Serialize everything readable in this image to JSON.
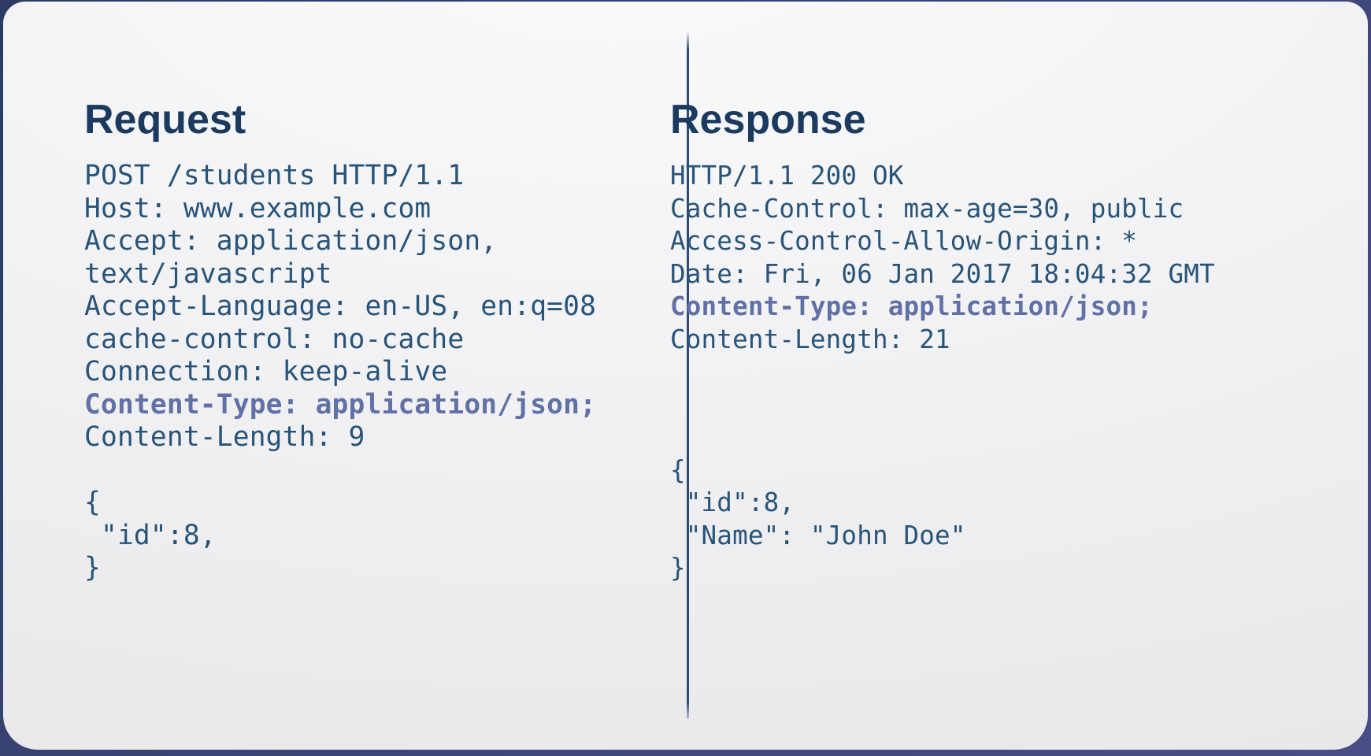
{
  "colors": {
    "bg-outer-top": "#2d3a64",
    "bg-outer-bottom": "#4b4e86",
    "card-light": "#fbfbfc",
    "card-dark": "#e8e8eb",
    "divider": "#2f4d74",
    "heading": "#1a3a5f",
    "code": "#275478",
    "highlight": "#6171a5"
  },
  "panels": [
    {
      "title": "Request",
      "lines": [
        {
          "text": "POST /students HTTP/1.1",
          "highlight": false
        },
        {
          "text": "Host: www.example.com",
          "highlight": false
        },
        {
          "text": "Accept: application/json,",
          "highlight": false
        },
        {
          "text": "text/javascript",
          "highlight": false
        },
        {
          "text": "Accept-Language: en-US, en:q=08",
          "highlight": false
        },
        {
          "text": "cache-control: no-cache",
          "highlight": false
        },
        {
          "text": "Connection: keep-alive",
          "highlight": false
        },
        {
          "text": "Content-Type: application/json;",
          "highlight": true
        },
        {
          "text": "Content-Length: 9",
          "highlight": false
        },
        {
          "text": "",
          "highlight": false
        },
        {
          "text": "{",
          "highlight": false
        },
        {
          "text": " \"id\":8,",
          "highlight": false
        },
        {
          "text": "}",
          "highlight": false
        }
      ]
    },
    {
      "title": "Response",
      "lines": [
        {
          "text": "HTTP/1.1 200 OK",
          "highlight": false
        },
        {
          "text": "Cache-Control: max-age=30, public",
          "highlight": false
        },
        {
          "text": "Access-Control-Allow-Origin: *",
          "highlight": false
        },
        {
          "text": "Date: Fri, 06 Jan 2017 18:04:32 GMT",
          "highlight": false
        },
        {
          "text": "Content-Type: application/json;",
          "highlight": true
        },
        {
          "text": "Content-Length: 21",
          "highlight": false
        },
        {
          "text": "",
          "highlight": false
        },
        {
          "text": "",
          "highlight": false
        },
        {
          "text": "",
          "highlight": false
        },
        {
          "text": "{",
          "highlight": false
        },
        {
          "text": " \"id\":8,",
          "highlight": false
        },
        {
          "text": " \"Name\": \"John Doe\"",
          "highlight": false
        },
        {
          "text": "}",
          "highlight": false
        }
      ]
    }
  ]
}
